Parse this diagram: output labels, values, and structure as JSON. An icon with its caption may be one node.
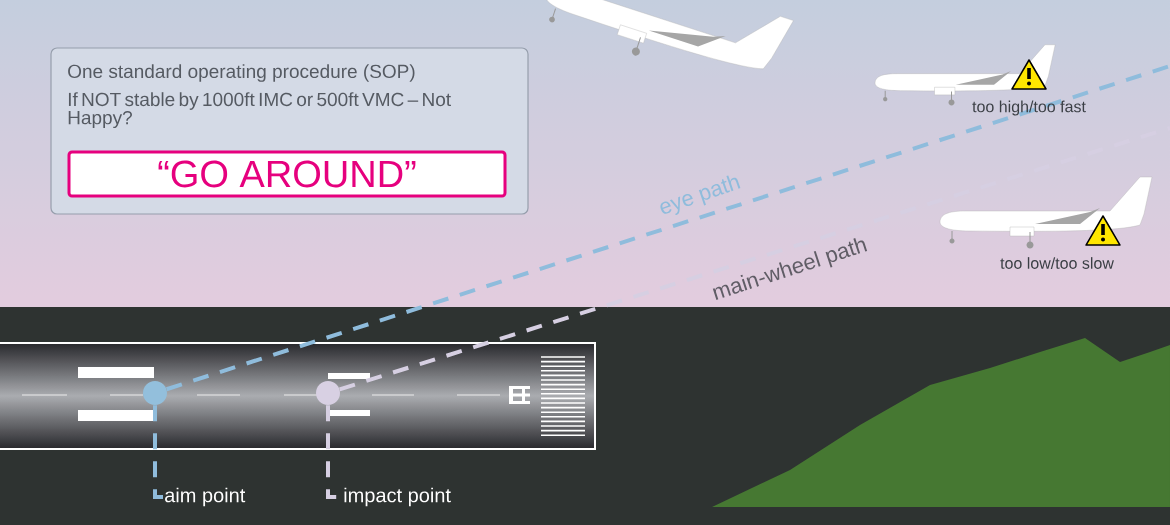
{
  "diagram": {
    "nodes": [
      {
        "text": [
          "One standard operating procedure (SOP)",
          "If NOT stable by 1000ft IMC or 500ft VMC – Not Happy?"
        ]
      },
      {
        "text": [
          "“GO AROUND”"
        ],
        "in": 0
      },
      {
        "text": [],
        "shape": "circle"
      },
      {
        "text": [],
        "shape": "circle"
      },
      {
        "text": [
          "aim point"
        ]
      },
      {
        "text": [
          "impact point"
        ]
      }
    ],
    "edges": [
      {
        "from": 2,
        "to": null,
        "arrow": "none",
        "label": "eye path",
        "style": "dashed",
        "color": "#8fbcdc"
      },
      {
        "from": 3,
        "to": null,
        "arrow": "none",
        "label": "main-wheel path",
        "style": "dashed",
        "color": "#d6cfe2"
      },
      {
        "from": 2,
        "to": 4,
        "arrow": "none",
        "style": "dashed",
        "color": "#8fbcdc"
      },
      {
        "from": 3,
        "to": 5,
        "arrow": "none",
        "style": "dashed",
        "color": "#d6cfe2"
      }
    ],
    "labels": [
      "too high/too fast",
      "too low/too slow"
    ]
  }
}
